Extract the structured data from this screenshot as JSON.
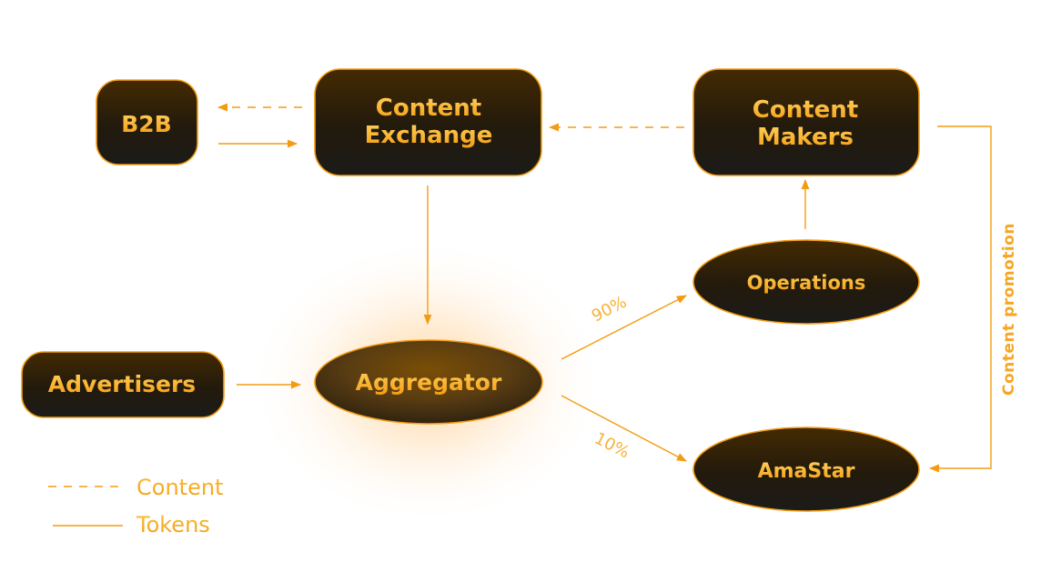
{
  "diagram": {
    "nodes": {
      "b2b": {
        "label": "B2B",
        "shape": "rounded-rect"
      },
      "content_exchange": {
        "label_line1": "Content",
        "label_line2": "Exchange",
        "shape": "rounded-rect"
      },
      "content_makers": {
        "label_line1": "Content",
        "label_line2": "Makers",
        "shape": "rounded-rect"
      },
      "operations": {
        "label": "Operations",
        "shape": "ellipse"
      },
      "advertisers": {
        "label": "Advertisers",
        "shape": "rounded-rect"
      },
      "aggregator": {
        "label": "Aggregator",
        "shape": "ellipse",
        "highlighted": true
      },
      "amastar": {
        "label": "AmaStar",
        "shape": "ellipse"
      }
    },
    "edges": [
      {
        "from": "Content Exchange",
        "to": "B2B",
        "type": "Content"
      },
      {
        "from": "B2B",
        "to": "Content Exchange",
        "type": "Tokens"
      },
      {
        "from": "Content Makers",
        "to": "Content Exchange",
        "type": "Content"
      },
      {
        "from": "Content Exchange",
        "to": "Aggregator",
        "type": "Tokens"
      },
      {
        "from": "Advertisers",
        "to": "Aggregator",
        "type": "Tokens"
      },
      {
        "from": "Aggregator",
        "to": "Operations",
        "type": "Tokens",
        "label": "90%"
      },
      {
        "from": "Aggregator",
        "to": "AmaStar",
        "type": "Tokens",
        "label": "10%"
      },
      {
        "from": "Operations",
        "to": "Content Makers",
        "type": "Tokens"
      },
      {
        "from": "Content Makers",
        "to": "AmaStar",
        "type": "Tokens",
        "label": "Content promotion"
      }
    ],
    "edge_labels": {
      "ninety": "90%",
      "ten": "10%",
      "promotion": "Content promotion"
    },
    "legend": {
      "content": "Content",
      "tokens": "Tokens"
    }
  },
  "colors": {
    "accent": "#f39c12",
    "text_light": "#ffd25e",
    "text_dark": "#f59b0f",
    "node_top": "#442a02",
    "node_bottom": "#1c1b19",
    "glow": "#ffb347"
  }
}
